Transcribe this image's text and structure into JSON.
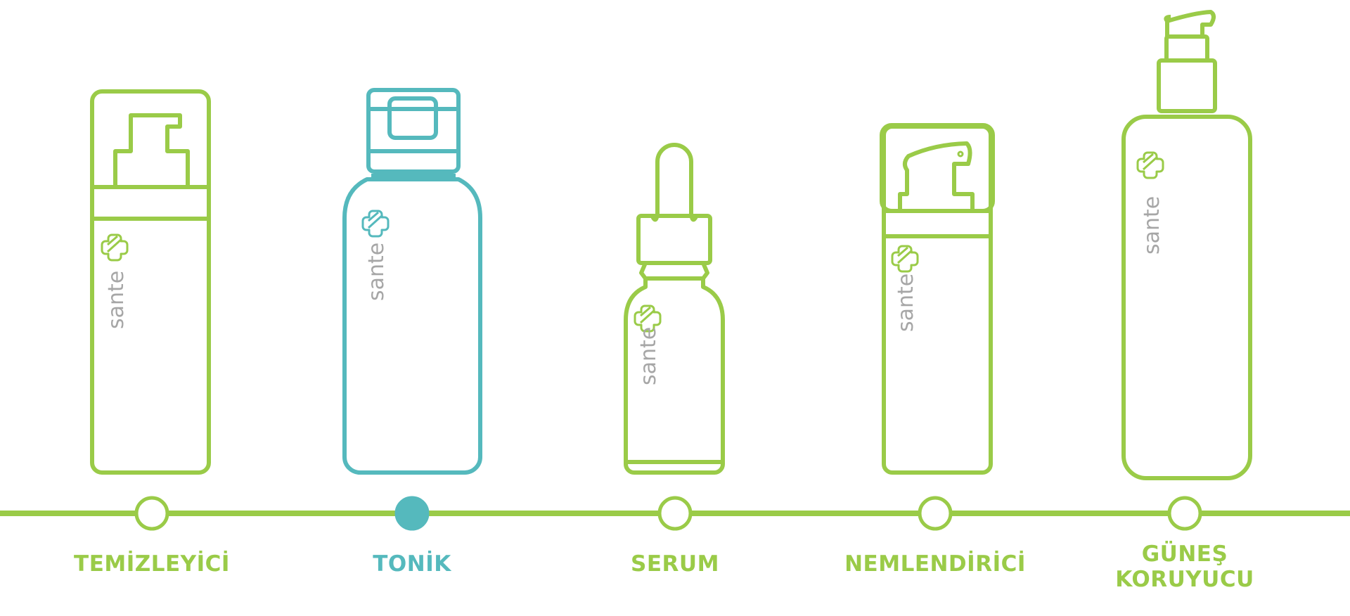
{
  "brand": {
    "name": "sante"
  },
  "colors": {
    "green": "#9acb48",
    "teal": "#55b9bd",
    "gray": "#a6a6a6",
    "white": "#ffffff"
  },
  "timeline": {
    "active_index": 1,
    "steps": [
      {
        "label": "TEMİZLEYİCİ",
        "product": "pump-foam-bottle-icon",
        "selected": false
      },
      {
        "label": "TONİK",
        "product": "flip-cap-bottle-icon",
        "selected": true
      },
      {
        "label": "SERUM",
        "product": "dropper-bottle-icon",
        "selected": false
      },
      {
        "label": "NEMLENDİRİCİ",
        "product": "pump-lotion-bottle-icon",
        "selected": false
      },
      {
        "label": "GÜNEŞ\nKORUYUCU",
        "product": "pump-dispenser-bottle-icon",
        "selected": false
      }
    ]
  }
}
